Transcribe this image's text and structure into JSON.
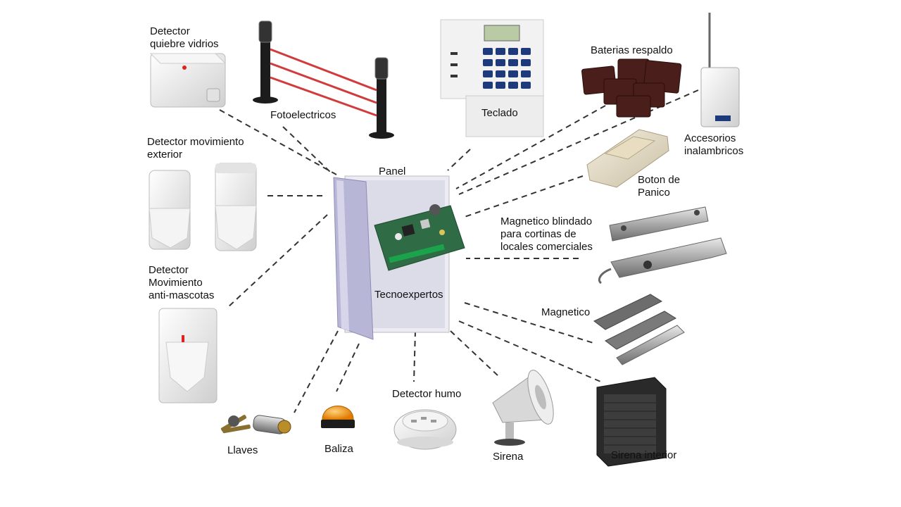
{
  "center": {
    "title": "Panel",
    "brand": "Tecnoexpertos"
  },
  "devices": {
    "glass_break": {
      "line1": "Detector",
      "line2": "quiebre vidrios"
    },
    "photoelectric": {
      "label": "Fotoelectricos"
    },
    "keypad": {
      "label": "Teclado"
    },
    "batteries": {
      "label": "Baterias respaldo"
    },
    "wireless": {
      "line1": "Accesorios",
      "line2": "inalambricos"
    },
    "panic": {
      "line1": "Boton de",
      "line2": "Panico"
    },
    "shutter_magnetic": {
      "line1": "Magnetico blindado",
      "line2": "para cortinas de",
      "line3": "locales comerciales"
    },
    "magnetic": {
      "label": "Magnetico"
    },
    "indoor_siren": {
      "label": "Sirena interior"
    },
    "siren": {
      "label": "Sirena"
    },
    "smoke": {
      "label": "Detector humo"
    },
    "beacon": {
      "label": "Baliza"
    },
    "keys": {
      "label": "Llaves"
    },
    "pet_motion": {
      "line1": "Detector",
      "line2": "Movimiento",
      "line3": "anti-mascotas"
    },
    "outdoor_motion": {
      "line1": "Detector movimiento",
      "line2": "exterior"
    }
  },
  "colors": {
    "connector": "#333333",
    "beam": "#d23b3b",
    "panel_door": "#b8b6d6",
    "battery": "#4a1e1a",
    "beacon": "#f39c12"
  }
}
